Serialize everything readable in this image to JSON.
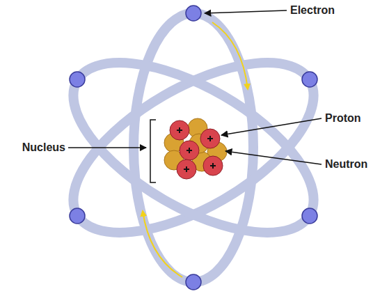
{
  "diagram": {
    "labels": [
      "Electron",
      "Proton",
      "Nucleus",
      "Neutron"
    ]
  }
}
